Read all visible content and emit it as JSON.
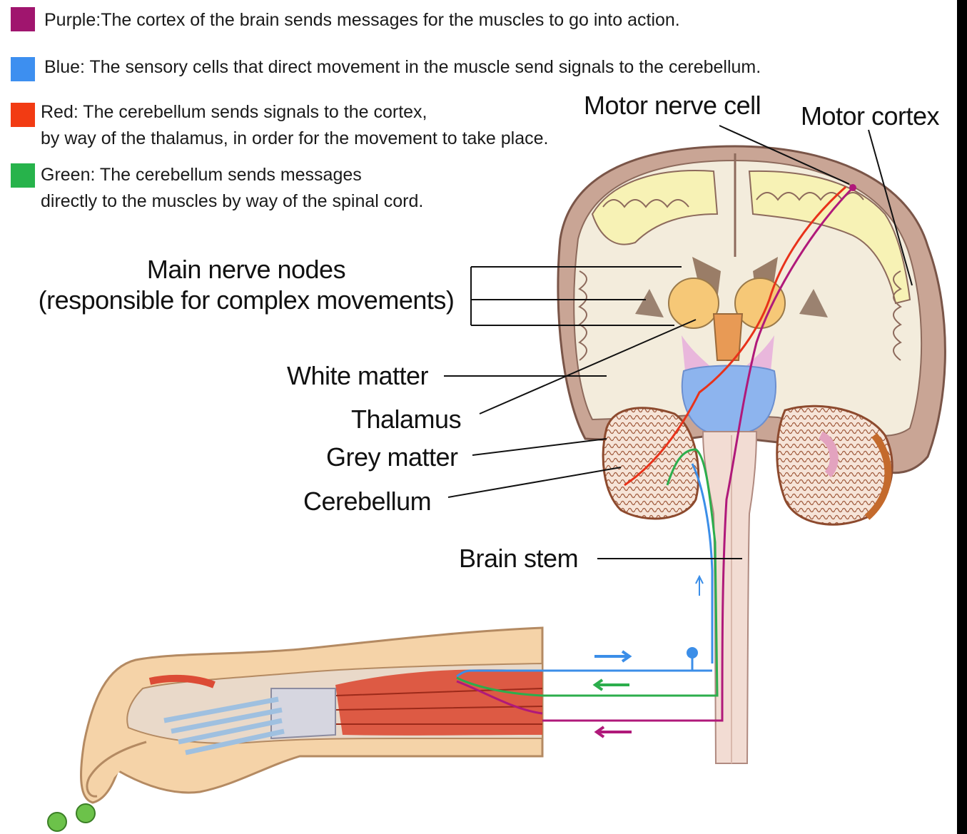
{
  "legend": [
    {
      "color_name": "purple",
      "color": "#a0156e",
      "lines": [
        "Purple:The cortex of the brain sends messages for the muscles to go into action."
      ]
    },
    {
      "color_name": "blue",
      "color": "#3d8ff0",
      "lines": [
        "Blue: The sensory cells that direct movement in the muscle send  signals to the cerebellum."
      ]
    },
    {
      "color_name": "red",
      "color": "#f23b13",
      "lines": [
        "Red: The cerebellum sends signals to the cortex,",
        "by way of the thalamus, in order for the movement to take place."
      ]
    },
    {
      "color_name": "green",
      "color": "#27b34b",
      "lines": [
        "Green: The cerebellum sends messages",
        "directly to the muscles by way of the spinal cord."
      ]
    }
  ],
  "labels": {
    "motor_nerve_cell": "Motor nerve cell",
    "motor_cortex": "Motor cortex",
    "main_nerve_nodes": [
      "Main nerve nodes",
      "(responsible for complex movements)"
    ],
    "white_matter": "White matter",
    "thalamus": "Thalamus",
    "grey_matter": "Grey matter",
    "cerebellum": "Cerebellum",
    "brain_stem": "Brain stem"
  },
  "pathway_colors": {
    "purple": "#b0197a",
    "blue": "#3b8ee8",
    "red": "#e8321a",
    "green": "#2cae4c"
  }
}
